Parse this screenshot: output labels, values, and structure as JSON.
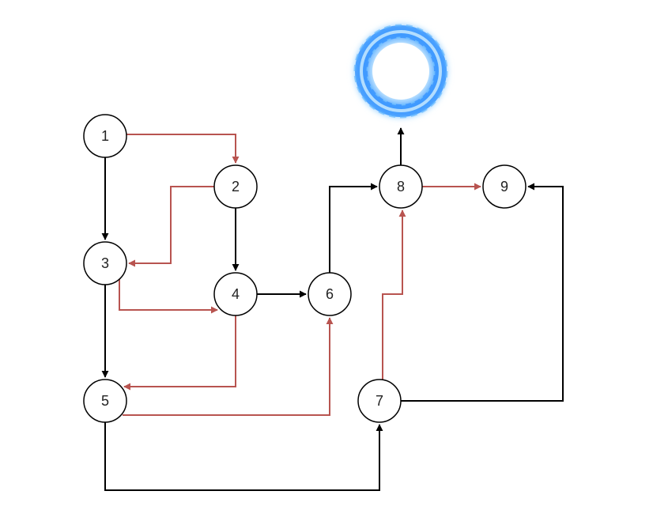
{
  "colors": {
    "black_edge": "#000000",
    "red_edge": "#b85450",
    "node_fill": "#ffffff",
    "node_stroke": "#000000",
    "portal_glow": "#3fa9ff"
  },
  "nodes": [
    {
      "id": "1",
      "label": "1"
    },
    {
      "id": "2",
      "label": "2"
    },
    {
      "id": "3",
      "label": "3"
    },
    {
      "id": "4",
      "label": "4"
    },
    {
      "id": "5",
      "label": "5"
    },
    {
      "id": "6",
      "label": "6"
    },
    {
      "id": "7",
      "label": "7"
    },
    {
      "id": "8",
      "label": "8"
    },
    {
      "id": "9",
      "label": "9"
    }
  ],
  "edges": [
    {
      "from": "1",
      "to": "3",
      "color": "black"
    },
    {
      "from": "1",
      "to": "2",
      "color": "red"
    },
    {
      "from": "2",
      "to": "3",
      "color": "red"
    },
    {
      "from": "2",
      "to": "4",
      "color": "black"
    },
    {
      "from": "3",
      "to": "4",
      "color": "red"
    },
    {
      "from": "3",
      "to": "5",
      "color": "black"
    },
    {
      "from": "4",
      "to": "6",
      "color": "black"
    },
    {
      "from": "4",
      "to": "5",
      "color": "red"
    },
    {
      "from": "5",
      "to": "6",
      "color": "red"
    },
    {
      "from": "5",
      "to": "7",
      "color": "black"
    },
    {
      "from": "6",
      "to": "8",
      "color": "black"
    },
    {
      "from": "7",
      "to": "8",
      "color": "red"
    },
    {
      "from": "7",
      "to": "9",
      "color": "black"
    },
    {
      "from": "8",
      "to": "9",
      "color": "red"
    },
    {
      "from": "8",
      "to": "portal",
      "color": "black"
    }
  ],
  "portal": {
    "icon": "portal-ring-icon"
  }
}
